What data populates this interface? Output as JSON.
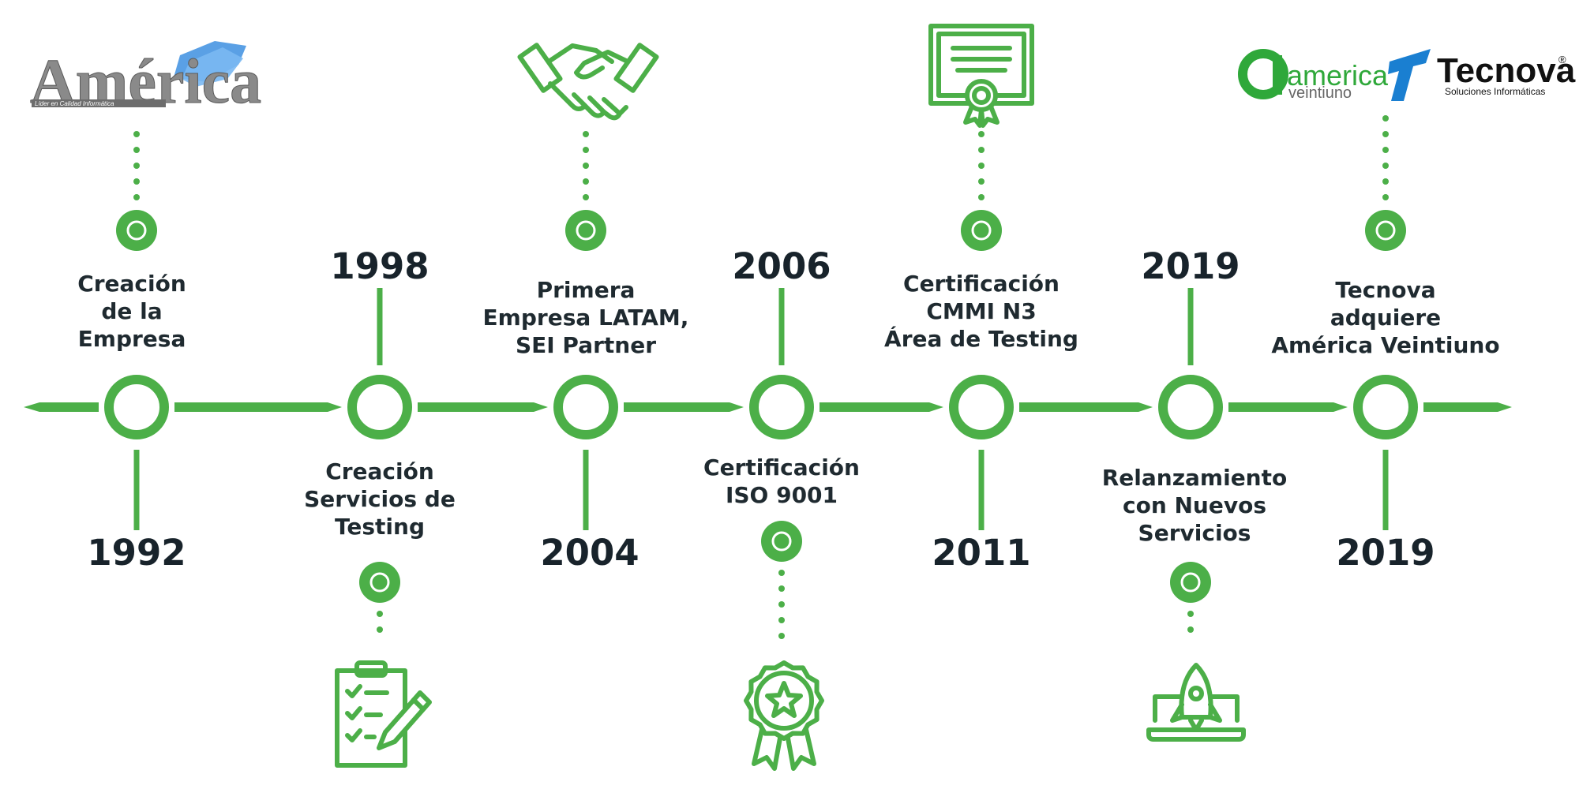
{
  "colors": {
    "green": "#4caf48",
    "text": "#1f2a30",
    "year": "#18232b",
    "logo_blue": "#3d8fe0",
    "logo_gray": "#8a8a8a",
    "tecnova_blue": "#1a7fd1"
  },
  "milestones": [
    {
      "year": "1992",
      "label": [
        "Creación",
        "de la",
        "Empresa"
      ],
      "icon": "america-xxi-logo"
    },
    {
      "year": "1998",
      "label": [
        "Creación",
        "Servicios de",
        "Testing"
      ],
      "icon": "clipboard-checklist-icon"
    },
    {
      "year": "2004",
      "label": [
        "Primera",
        "Empresa LATAM,",
        "SEI Partner"
      ],
      "icon": "handshake-icon"
    },
    {
      "year": "2006",
      "label": [
        "Certificación",
        "ISO 9001"
      ],
      "icon": "award-badge-icon"
    },
    {
      "year": "2011",
      "label": [
        "Certificación",
        "CMMI N3",
        "Área de Testing"
      ],
      "icon": "certificate-icon"
    },
    {
      "year": "2019",
      "label": [
        "Relanzamiento",
        "con Nuevos",
        "Servicios"
      ],
      "icon": "rocket-laptop-icon"
    },
    {
      "year": "2019",
      "label": [
        "Tecnova",
        "adquiere",
        "América Veintiuno"
      ],
      "icon": "america-veintiuno-tecnova-logos"
    }
  ],
  "logos": {
    "america_xxi": {
      "text": "América",
      "tagline": "Líder en Calidad Informática"
    },
    "america_veintiuno": {
      "top": "america",
      "bottom": "veintiuno"
    },
    "tecnova": {
      "name": "Tecnova",
      "registered": "®",
      "tagline": "Soluciones Informáticas"
    }
  }
}
